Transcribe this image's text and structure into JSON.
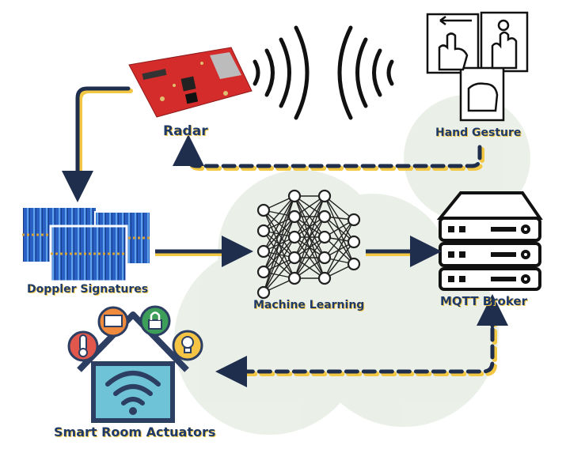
{
  "nodes": {
    "radar": {
      "label": "Radar",
      "icon": "radar-board-icon"
    },
    "hand_gesture": {
      "label": "Hand Gesture",
      "icon": "hand-gesture-icon"
    },
    "doppler": {
      "label": "Doppler Signatures",
      "icon": "spectrogram-icon"
    },
    "ml": {
      "label": "Machine Learning",
      "icon": "neural-network-icon"
    },
    "mqtt": {
      "label": "MQTT Broker",
      "icon": "server-rack-icon"
    },
    "smart_room": {
      "label": "Smart Room Actuators",
      "icon": "smart-home-wifi-icon"
    }
  },
  "colors": {
    "label_text": "#1f3a68",
    "label_shadow": "#f2c744",
    "arrow_dark": "#1f2e4d",
    "arrow_yellow": "#f2c744",
    "circle": "#e4ece0",
    "radar_board": "#d42b2b"
  },
  "actuators": [
    "thermometer-icon",
    "monitor-icon",
    "lock-icon",
    "lightbulb-icon"
  ]
}
